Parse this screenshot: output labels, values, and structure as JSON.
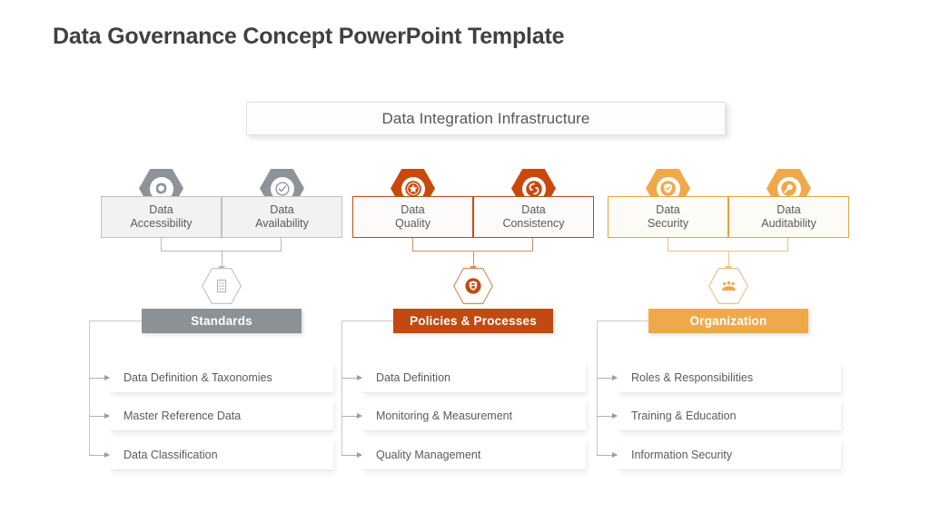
{
  "title": "Data Governance Concept PowerPoint Template",
  "header": {
    "label": "Data Integration Infrastructure"
  },
  "colors": {
    "gray": "#8e9399",
    "rust": "#c9490d",
    "amber": "#efa94a",
    "title_text": "#404040",
    "body_text": "#5b5b5b"
  },
  "pillars": [
    {
      "line1": "Data",
      "line2": "Accessibility",
      "theme": "gray",
      "icon": "gear-outline-icon"
    },
    {
      "line1": "Data",
      "line2": "Availability",
      "theme": "gray",
      "icon": "check-circle-icon"
    },
    {
      "line1": "Data",
      "line2": "Quality",
      "theme": "rust",
      "icon": "star-badge-icon"
    },
    {
      "line1": "Data",
      "line2": "Consistency",
      "theme": "rust",
      "icon": "sync-refresh-icon"
    },
    {
      "line1": "Data",
      "line2": "Security",
      "theme": "amber",
      "icon": "shield-check-icon"
    },
    {
      "line1": "Data",
      "line2": "Auditability",
      "theme": "amber",
      "icon": "magnifier-icon"
    }
  ],
  "categories": [
    {
      "label": "Standards",
      "theme": "gray",
      "icon": "checklist-document-icon",
      "items": [
        "Data Definition & Taxonomies",
        "Master Reference Data",
        "Data Classification"
      ]
    },
    {
      "label": "Policies & Processes",
      "theme": "rust",
      "icon": "shield-lock-icon",
      "items": [
        "Data Definition",
        "Monitoring & Measurement",
        "Quality Management"
      ]
    },
    {
      "label": "Organization",
      "theme": "amber",
      "icon": "people-group-icon",
      "items": [
        "Roles & Responsibilities",
        "Training & Education",
        "Information Security"
      ]
    }
  ]
}
